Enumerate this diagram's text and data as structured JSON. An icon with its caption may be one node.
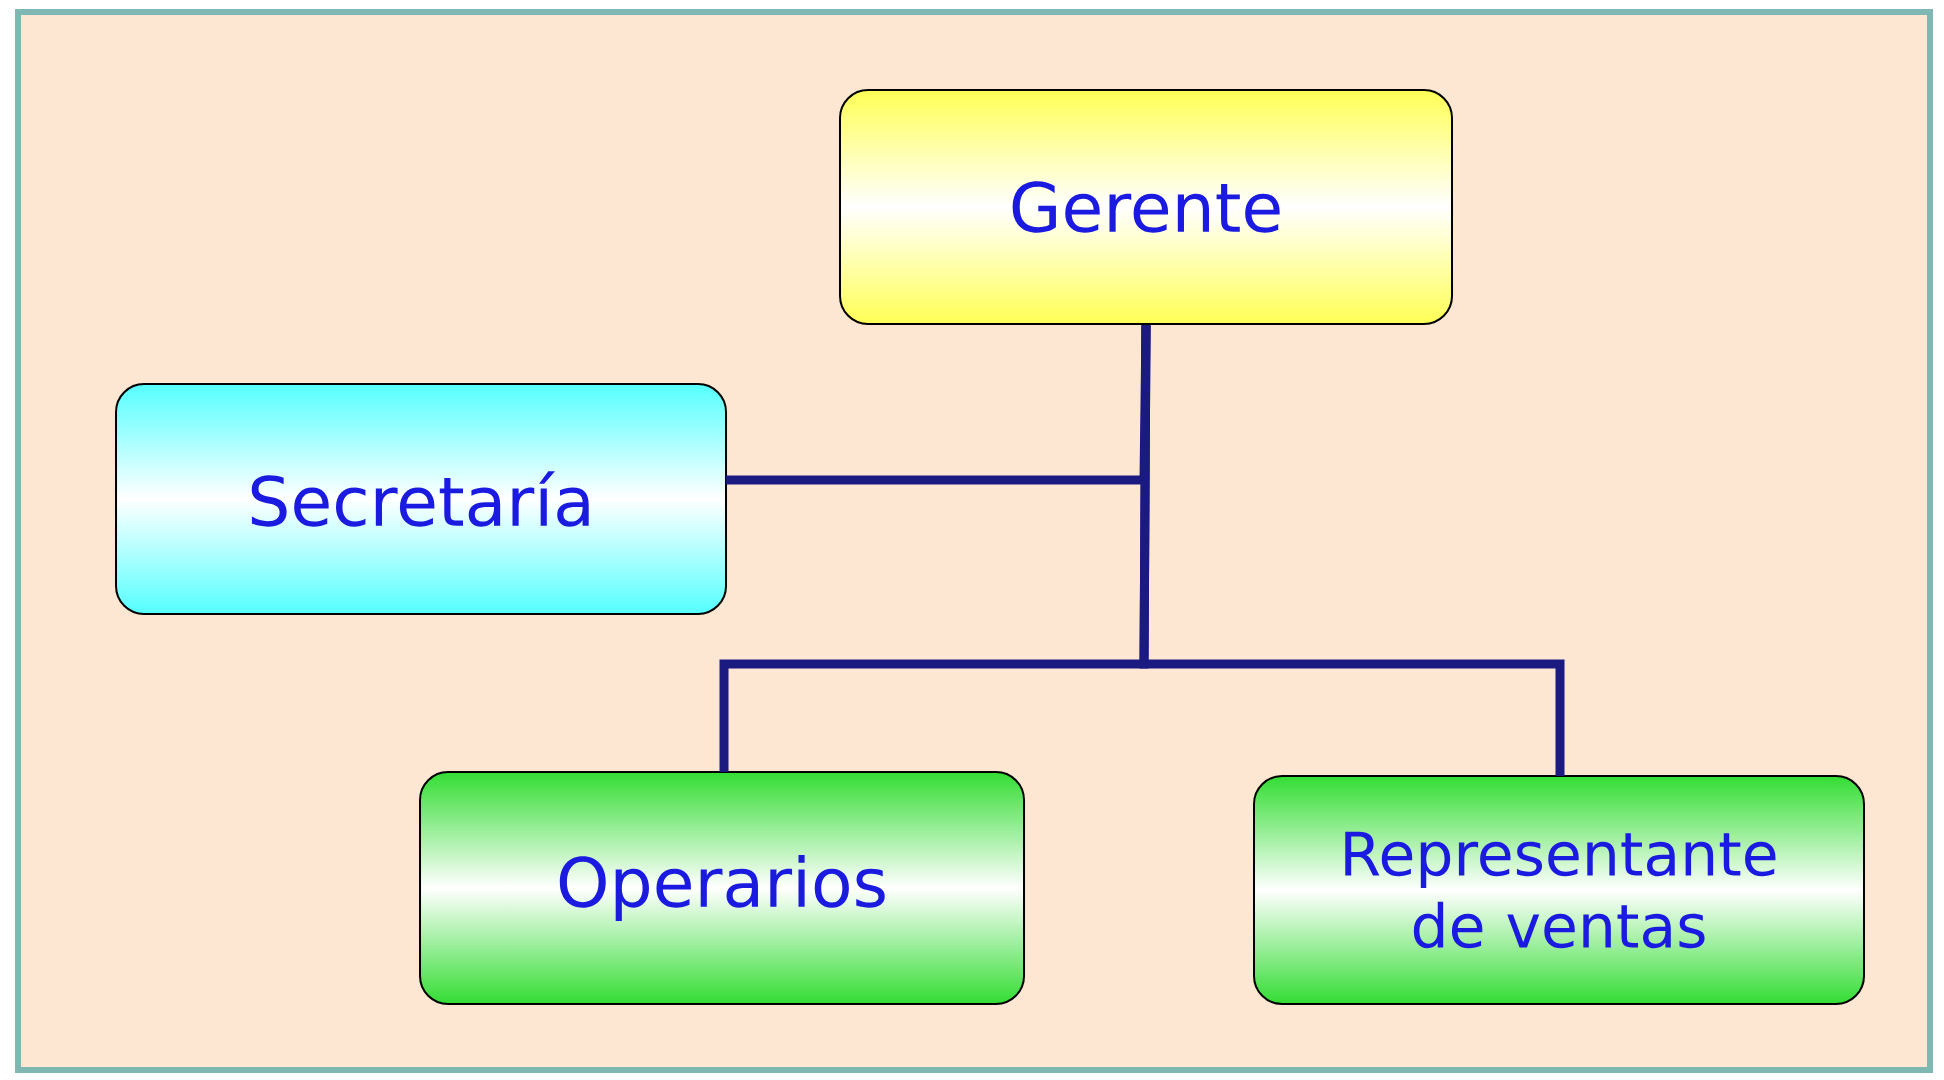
{
  "diagram": {
    "nodes": [
      {
        "text": [
          "Gerente"
        ]
      },
      {
        "text": [
          "Secretaría"
        ]
      },
      {
        "text": [
          "Operarios"
        ]
      },
      {
        "text": [
          "Representante de ventas"
        ]
      }
    ],
    "edges": [
      {
        "from": 0,
        "to": 1,
        "arrow": "none"
      },
      {
        "from": 0,
        "to": 2,
        "arrow": "none"
      },
      {
        "from": 0,
        "to": 3,
        "arrow": "none"
      }
    ]
  }
}
